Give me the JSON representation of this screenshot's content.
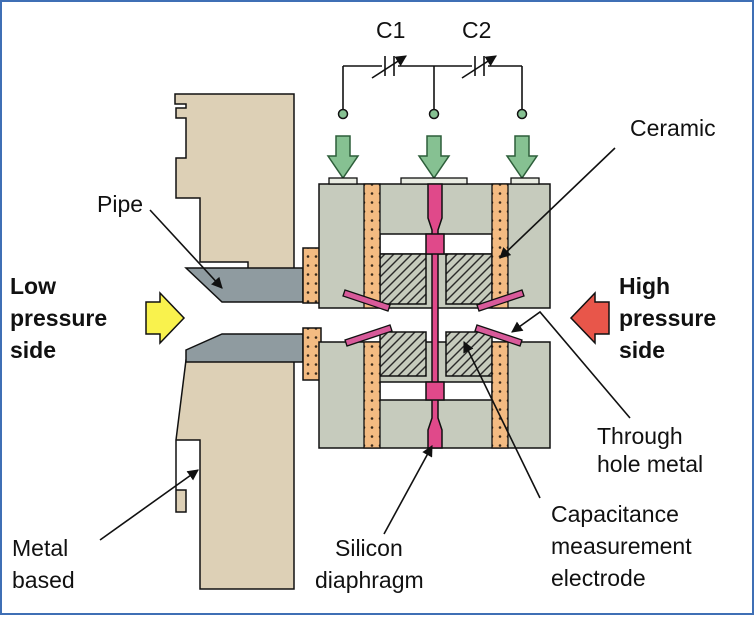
{
  "capacitors": {
    "c1": "C1",
    "c2": "C2"
  },
  "labels": {
    "ceramic": "Ceramic",
    "pipe": "Pipe",
    "low_pressure": [
      "Low",
      "pressure",
      "side"
    ],
    "high_pressure": [
      "High",
      "pressure",
      "side"
    ],
    "through_hole": [
      "Through",
      "hole metal"
    ],
    "capacitance": [
      "Capacitance",
      "measurement",
      "electrode"
    ],
    "silicon": [
      "Silicon",
      "diaphragm"
    ],
    "metal_based": [
      "Metal",
      "based"
    ]
  },
  "colors": {
    "border": "#3f6fb5",
    "metal_base": "#ddd0b6",
    "ceramic": "#c6cbbd",
    "pipe": "#8f9ba0",
    "seal_orange": "#f3bb82",
    "diaphragm": "#e0498a",
    "thm": "#d85a9a",
    "arrow_low": "#f9f24d",
    "arrow_high": "#e8564a",
    "lead_arrow": "#86c192"
  }
}
